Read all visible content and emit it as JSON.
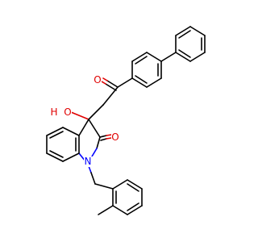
{
  "colors": {
    "bond": "#000000",
    "oxygen": "#e00000",
    "nitrogen": "#0000ff"
  },
  "labels": {
    "hydroxyl_o": "O",
    "hydroxyl_h": "H",
    "ketone_o": "O",
    "lactam_o": "O",
    "ring_n": "N"
  }
}
